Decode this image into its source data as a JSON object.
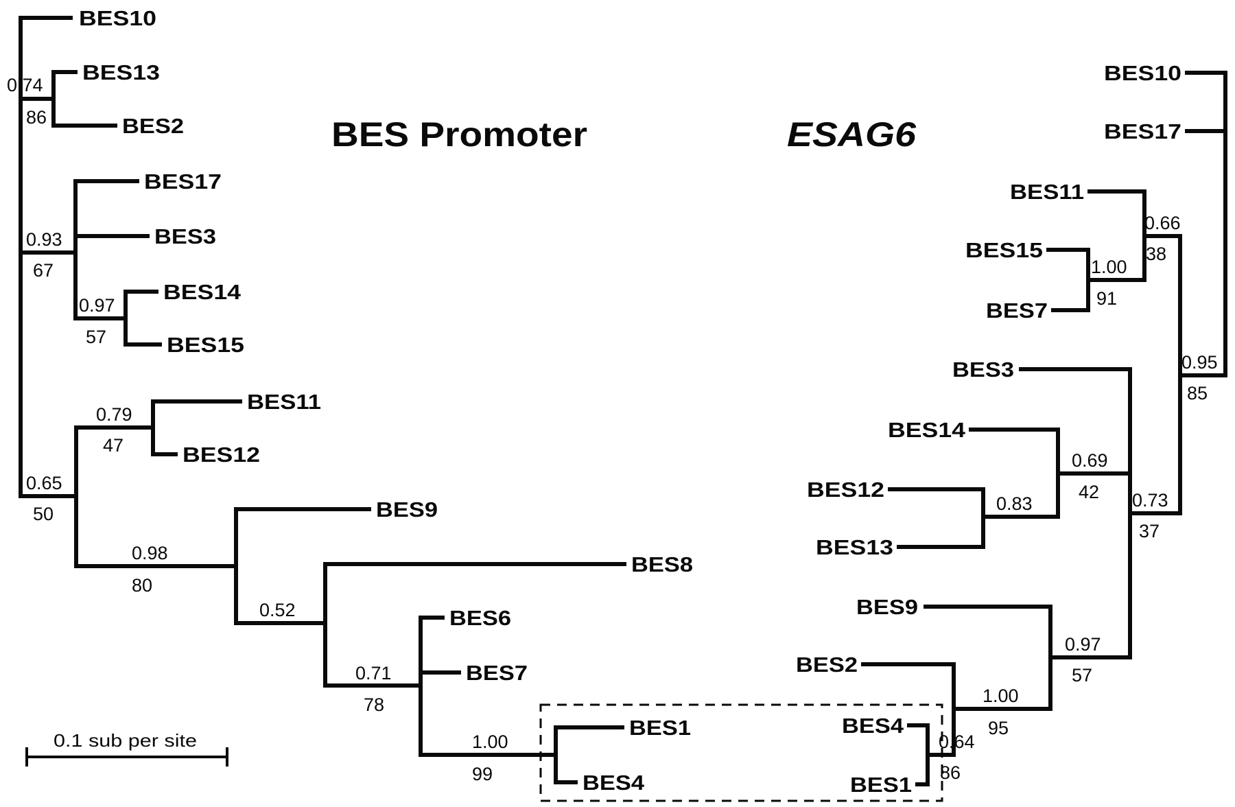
{
  "figure": {
    "type": "phylogenetic-trees",
    "left_tree": {
      "title": "BES Promoter",
      "leaves": [
        "BES10",
        "BES13",
        "BES2",
        "BES17",
        "BES3",
        "BES14",
        "BES15",
        "BES11",
        "BES12",
        "BES9",
        "BES8",
        "BES6",
        "BES7",
        "BES1",
        "BES4"
      ],
      "nodes": [
        {
          "id": "L_root",
          "posterior": null,
          "bootstrap": null,
          "children": [
            "BES10",
            "L_n1",
            "L_n2",
            "L_n4"
          ]
        },
        {
          "id": "L_n1",
          "posterior": "0.74",
          "bootstrap": "86",
          "children": [
            "BES13",
            "BES2"
          ]
        },
        {
          "id": "L_n2",
          "posterior": "0.93",
          "bootstrap": "67",
          "children": [
            "BES17",
            "BES3",
            "L_n3"
          ]
        },
        {
          "id": "L_n3",
          "posterior": "0.97",
          "bootstrap": "57",
          "children": [
            "BES14",
            "BES15"
          ]
        },
        {
          "id": "L_n4",
          "posterior": "0.65",
          "bootstrap": "50",
          "children": [
            "L_n5",
            "L_n6"
          ]
        },
        {
          "id": "L_n5",
          "posterior": "0.79",
          "bootstrap": "47",
          "children": [
            "BES11",
            "BES12"
          ]
        },
        {
          "id": "L_n6",
          "posterior": "0.98",
          "bootstrap": "80",
          "children": [
            "BES9",
            "L_n7"
          ]
        },
        {
          "id": "L_n7",
          "posterior": "0.52",
          "bootstrap": null,
          "children": [
            "BES8",
            "L_n8"
          ]
        },
        {
          "id": "L_n8",
          "posterior": "0.71",
          "bootstrap": "78",
          "children": [
            "BES6",
            "BES7",
            "L_n9"
          ]
        },
        {
          "id": "L_n9",
          "posterior": "1.00",
          "bootstrap": "99",
          "children": [
            "BES1",
            "BES4"
          ]
        }
      ]
    },
    "right_tree": {
      "title": "ESAG6",
      "leaves": [
        "BES10",
        "BES17",
        "BES11",
        "BES15",
        "BES7",
        "BES3",
        "BES14",
        "BES12",
        "BES13",
        "BES9",
        "BES2",
        "BES4",
        "BES1"
      ],
      "nodes": [
        {
          "id": "R_root",
          "posterior": null,
          "bootstrap": null,
          "children": [
            "BES10",
            "BES17",
            "R_n1"
          ]
        },
        {
          "id": "R_n1",
          "posterior": "0.95",
          "bootstrap": "85",
          "children": [
            "R_n2",
            "R_n4"
          ]
        },
        {
          "id": "R_n2",
          "posterior": "0.66",
          "bootstrap": "38",
          "children": [
            "BES11",
            "R_n3"
          ]
        },
        {
          "id": "R_n3",
          "posterior": "1.00",
          "bootstrap": "91",
          "children": [
            "BES15",
            "BES7"
          ]
        },
        {
          "id": "R_n4",
          "posterior": "0.73",
          "bootstrap": "37",
          "children": [
            "BES3",
            "R_n5",
            "R_n7"
          ]
        },
        {
          "id": "R_n5",
          "posterior": "0.69",
          "bootstrap": "42",
          "children": [
            "BES14",
            "R_n6"
          ]
        },
        {
          "id": "R_n6",
          "posterior": "0.83",
          "bootstrap": null,
          "children": [
            "BES12",
            "BES13"
          ]
        },
        {
          "id": "R_n7",
          "posterior": "0.97",
          "bootstrap": "57",
          "children": [
            "BES9",
            "R_n8"
          ]
        },
        {
          "id": "R_n8",
          "posterior": "1.00",
          "bootstrap": "95",
          "children": [
            "BES2",
            "R_n9"
          ]
        },
        {
          "id": "R_n9",
          "posterior": "0.64",
          "bootstrap": "86",
          "children": [
            "BES4",
            "BES1"
          ]
        }
      ]
    },
    "highlight_box": {
      "style": "dashed",
      "encloses": [
        "BES1",
        "BES4"
      ]
    },
    "scale_bar": {
      "label": "0.1 sub per site",
      "value": 0.1
    }
  }
}
